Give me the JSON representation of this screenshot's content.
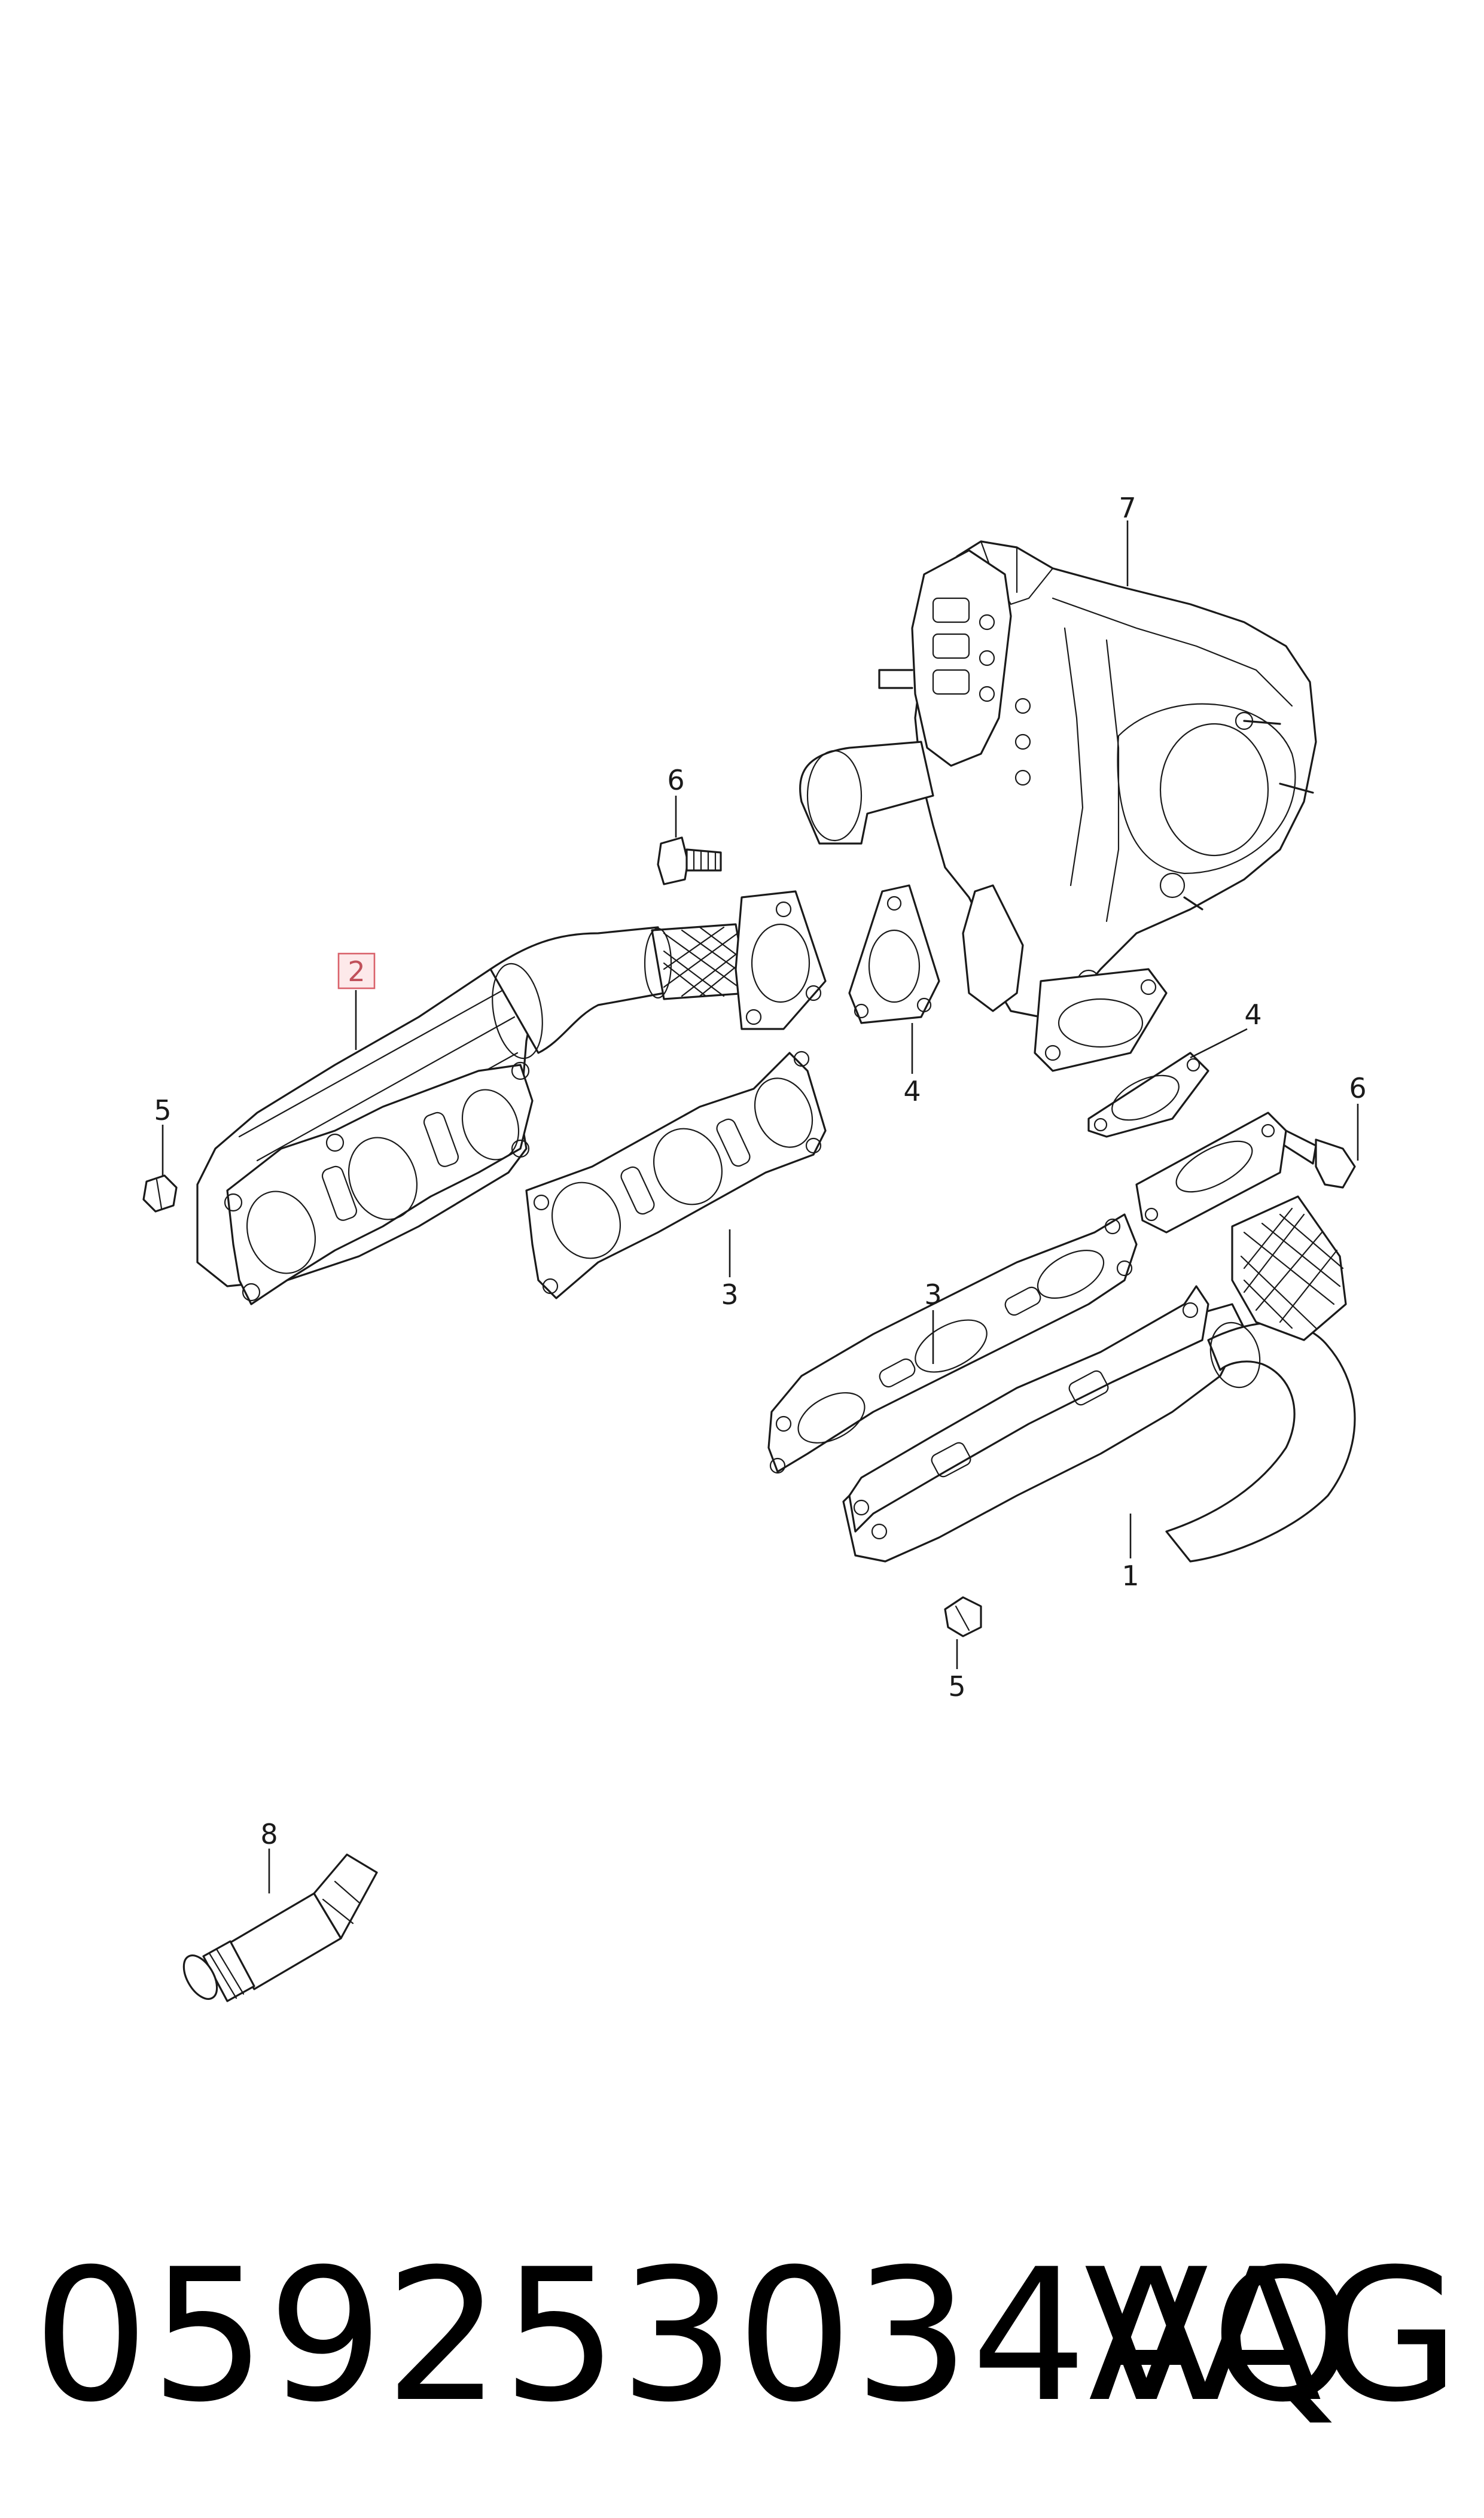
{
  "diagram": {
    "callouts": {
      "c7": "7",
      "c6_top": "6",
      "c2": "2",
      "c5_left": "5",
      "c3_left": "3",
      "c4_mid": "4",
      "c4_right": "4",
      "c6_right": "6",
      "c3_right": "3",
      "c1": "1",
      "c5_bottom": "5",
      "c8": "8"
    },
    "highlighted_callout": "2"
  },
  "footer": {
    "part_number": "059253034AQ",
    "brand": "VAG"
  }
}
